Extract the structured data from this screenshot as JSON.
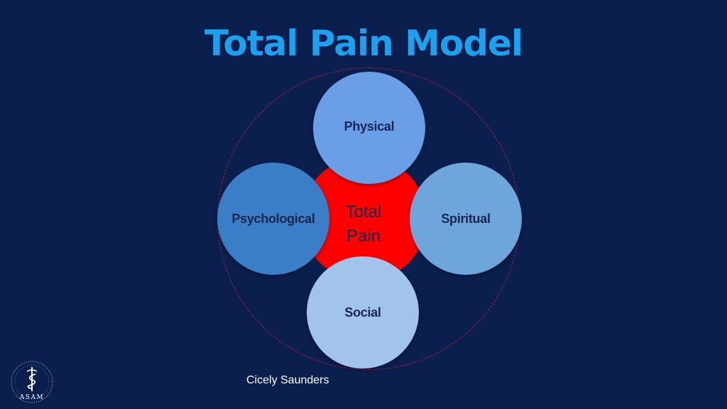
{
  "title": "Total Pain Model",
  "center": {
    "line1": "Total",
    "line2": "Pain"
  },
  "nodes": {
    "physical": "Physical",
    "psychological": "Psychological",
    "spiritual": "Spiritual",
    "social": "Social"
  },
  "footer": "Cicely Saunders",
  "logo": {
    "text": "ASAM"
  },
  "colors": {
    "background": "#0a1f4e",
    "title": "#1ba1ef",
    "center": "#ff0000",
    "physical": "#6a9fe8",
    "psychological": "#3b7ec8",
    "spiritual": "#6ea6dc",
    "social": "#a2c4ea",
    "ring": "#b01e3a"
  }
}
